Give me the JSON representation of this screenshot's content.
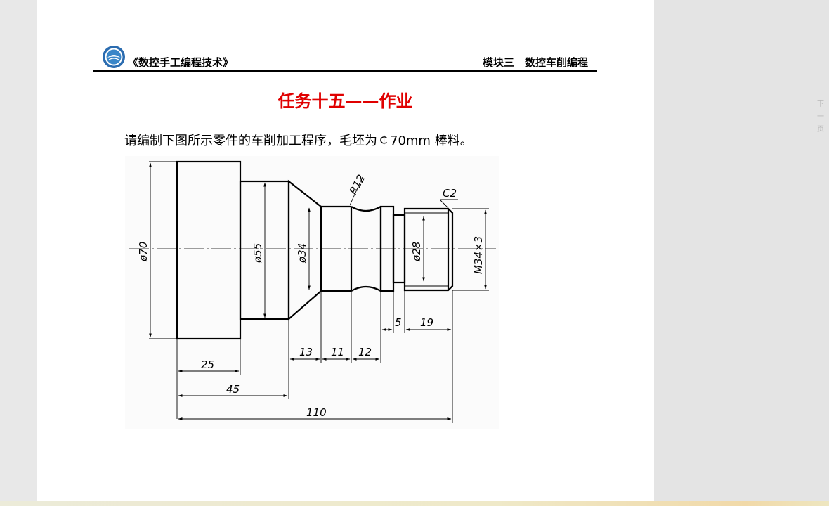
{
  "header": {
    "course_title": "《数控手工编程技术》",
    "module": "模块三　数控车削编程"
  },
  "title": "任务十五——作业",
  "instruction": "请编制下图所示零件的车削加工程序，毛坯为￠70mm 棒料。",
  "drawing_labels": {
    "d70": "ø70",
    "d55": "ø55",
    "d34": "ø34",
    "d28": "ø28",
    "thread": "M34×3",
    "radius": "R12",
    "chamfer": "C2",
    "len_25": "25",
    "len_45": "45",
    "len_110": "110",
    "len_13": "13",
    "len_11": "11",
    "len_12": "12",
    "len_5": "5",
    "len_19": "19"
  },
  "side_nav": {
    "char1": "下",
    "char2": "一",
    "char3": "页"
  }
}
